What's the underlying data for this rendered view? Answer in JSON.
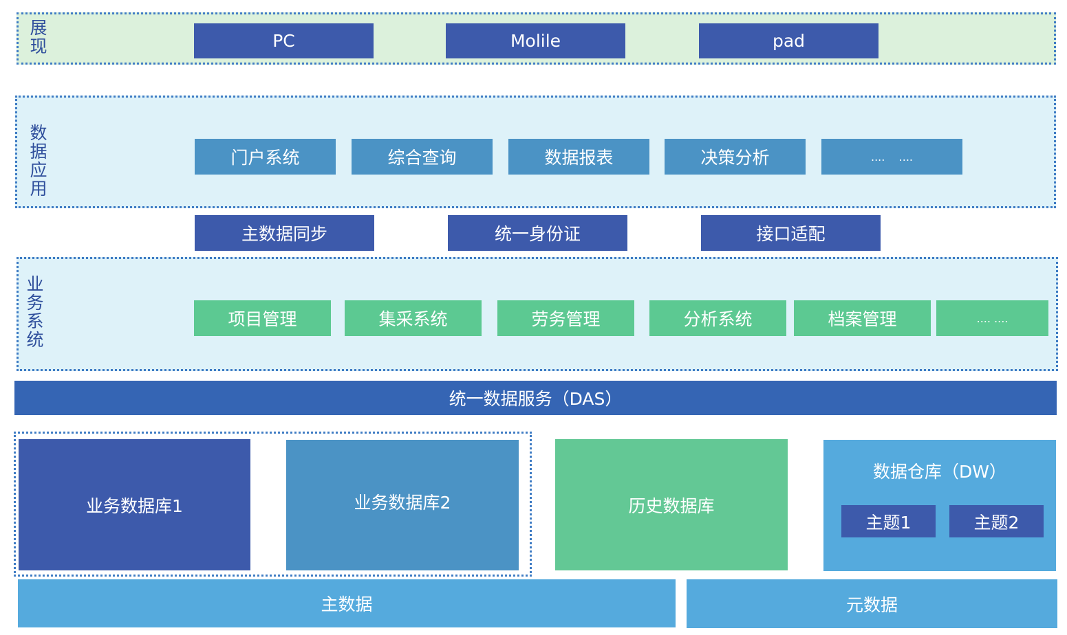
{
  "presentation": {
    "label": "展\n现",
    "items": [
      "PC",
      "Molile",
      "pad"
    ]
  },
  "data_app": {
    "label": "数\n据\n应\n用",
    "items": [
      "门户系统",
      "综合查询",
      "数据报表",
      "决策分析",
      "....    ...."
    ]
  },
  "middleware": {
    "items": [
      "主数据同步",
      "统一身份证",
      "接口适配"
    ]
  },
  "business": {
    "label": "业\n务\n系\n统",
    "items": [
      "项目管理",
      "集采系统",
      "劳务管理",
      "分析系统",
      "档案管理",
      ".... ...."
    ]
  },
  "das": {
    "label": "统一数据服务（DAS）"
  },
  "databases": {
    "biz_db1": "业务数据库1",
    "biz_db2": "业务数据库2",
    "history_db": "历史数据库",
    "warehouse": {
      "title": "数据仓库（DW）",
      "topics": [
        "主题1",
        "主题2"
      ]
    }
  },
  "foundation": {
    "master": "主数据",
    "meta": "元数据"
  },
  "colors": {
    "navy": "#3d5aab",
    "steel": "#4b93c5",
    "green": "#5cc992",
    "royal": "#3565b4",
    "sky": "#55aadd",
    "present_bg": "#dcf1dc",
    "layer_bg": "#def2f9",
    "border": "#3f7cc4"
  }
}
